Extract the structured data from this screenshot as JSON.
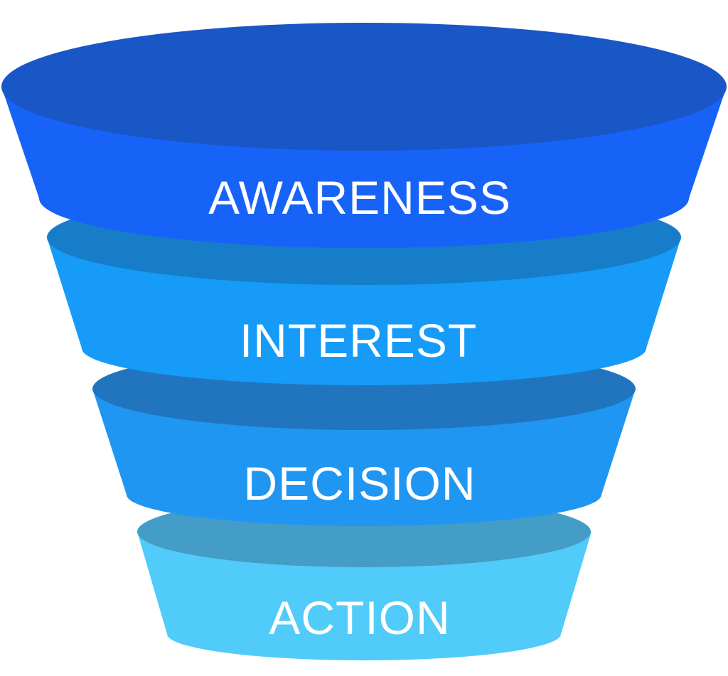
{
  "diagram": {
    "type": "funnel",
    "stages": [
      {
        "label": "AWARENESS",
        "rim_color": "#1956c6",
        "body_color": "#1763f8"
      },
      {
        "label": "INTEREST",
        "rim_color": "#177dc9",
        "body_color": "#169bf9"
      },
      {
        "label": "DECISION",
        "rim_color": "#2075be",
        "body_color": "#2096f3"
      },
      {
        "label": "ACTION",
        "rim_color": "#439dc7",
        "body_color": "#51cbf9"
      }
    ]
  }
}
